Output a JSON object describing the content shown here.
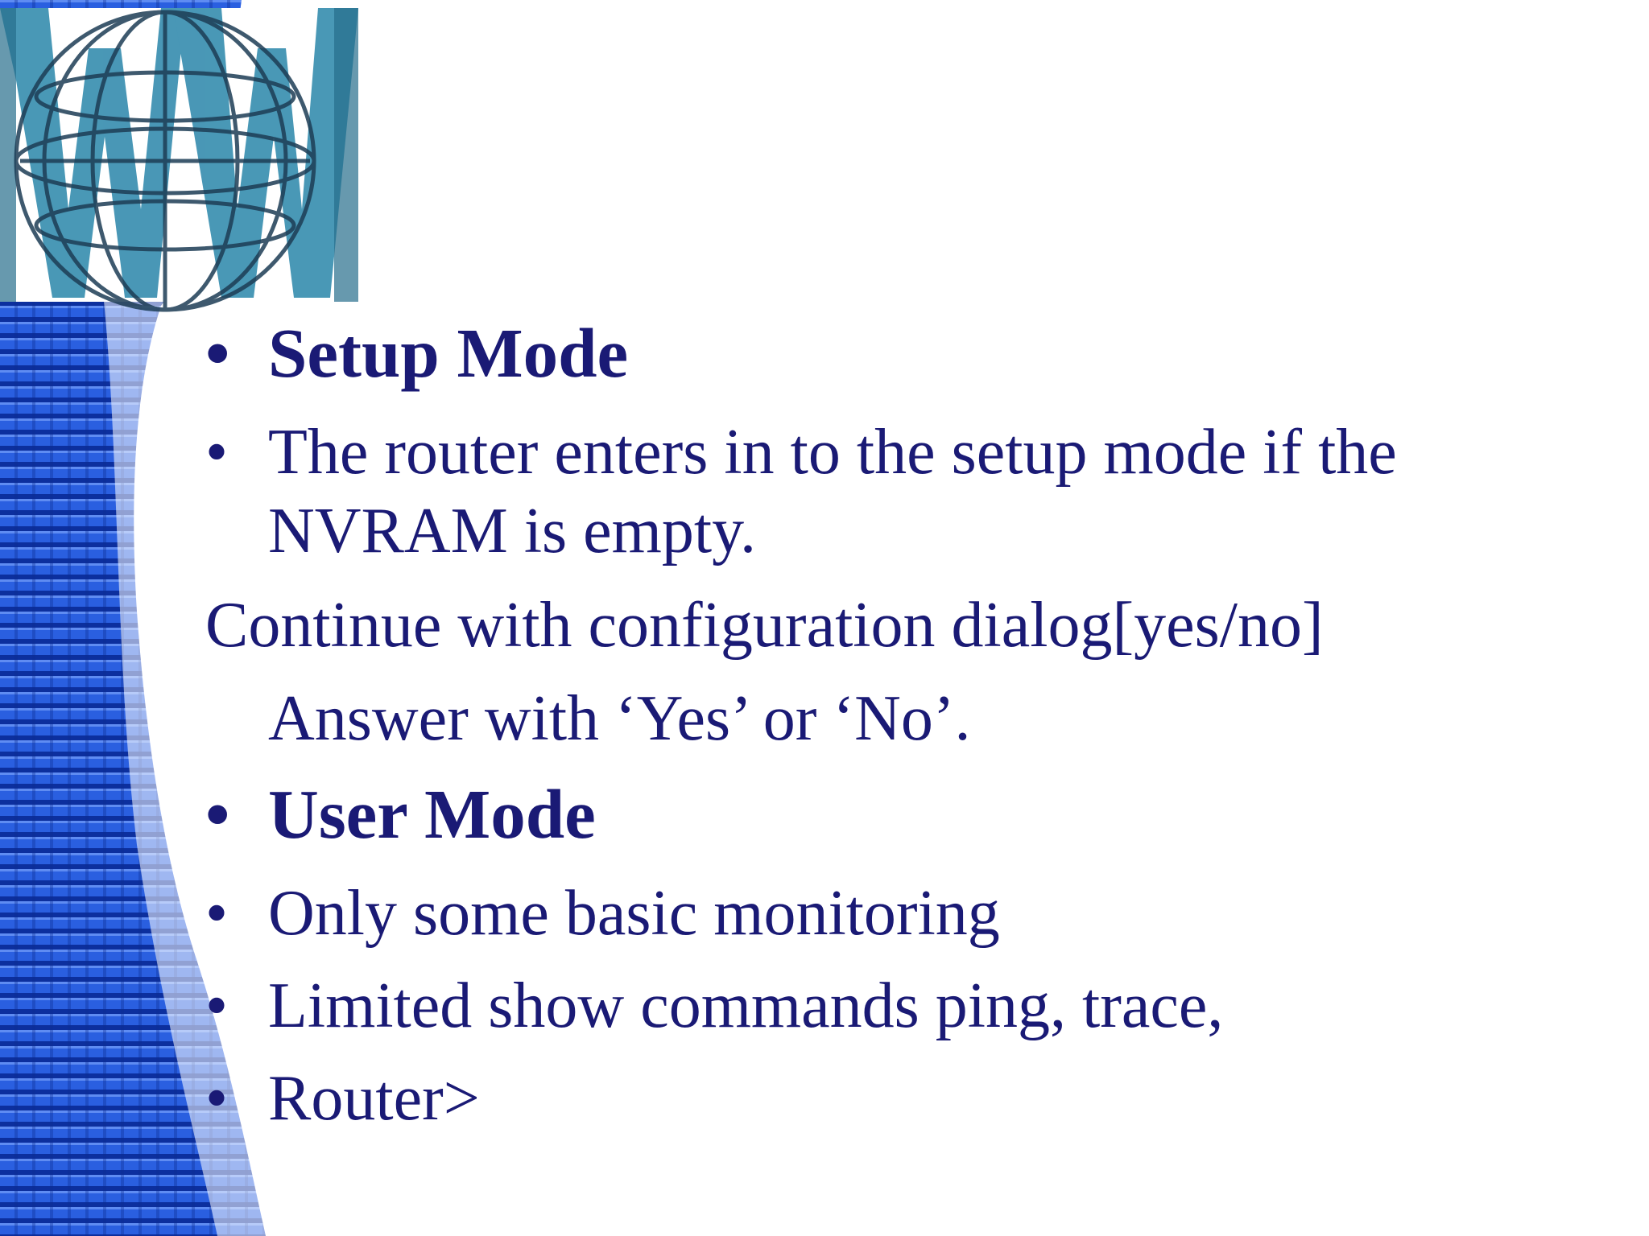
{
  "slide": {
    "items": [
      {
        "bullet": "•",
        "text": "Setup Mode",
        "bold": true
      },
      {
        "bullet": "•",
        "text": "The router enters in to the setup mode if the"
      },
      {
        "bullet": "",
        "text": "NVRAM is empty."
      },
      {
        "bullet": "",
        "text": "Continue with configuration dialog[yes/no]"
      },
      {
        "bullet": "",
        "text": "Answer with ‘Yes’ or ‘No’."
      },
      {
        "bullet": "•",
        "text": "User Mode",
        "bold": true
      },
      {
        "bullet": "•",
        "text": "Only some basic monitoring"
      },
      {
        "bullet": "•",
        "text": "Limited show commands ping, trace,"
      },
      {
        "bullet": "•",
        "text": "Router>"
      }
    ]
  },
  "colors": {
    "text": "#1a1a75",
    "band_blue": "#1f4fd6",
    "band_dark": "#0b2a9a",
    "logo_teal": "#3a8fb0"
  },
  "logo": {
    "icon": "www-globe-logo",
    "letters": "WWW"
  }
}
